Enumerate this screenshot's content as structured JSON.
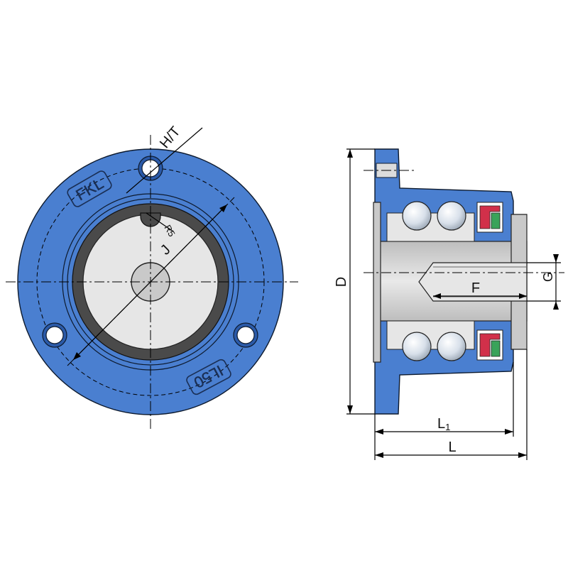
{
  "colors": {
    "housing": "#4a7fd0",
    "housing_dark": "#2b5aa8",
    "ring_dark": "#4a4a4a",
    "steel_light": "#e6e6e6",
    "steel_mid": "#c9c9c9",
    "seal_red": "#d1304a",
    "seal_green": "#3aa35a",
    "background": "#ffffff"
  },
  "front_view": {
    "logo_text": "FKL",
    "model_text": "IL50",
    "bolt_hole_count": 3,
    "labels": {
      "hole_callout": "H/T",
      "keyway_radius": "R5",
      "pitch_diameter": "J"
    }
  },
  "side_view": {
    "labels": {
      "outer_diameter": "D",
      "thread_length": "F",
      "thread_size": "G",
      "hub_length_main": "L",
      "hub_length_sub": "1",
      "total_length": "L"
    }
  }
}
